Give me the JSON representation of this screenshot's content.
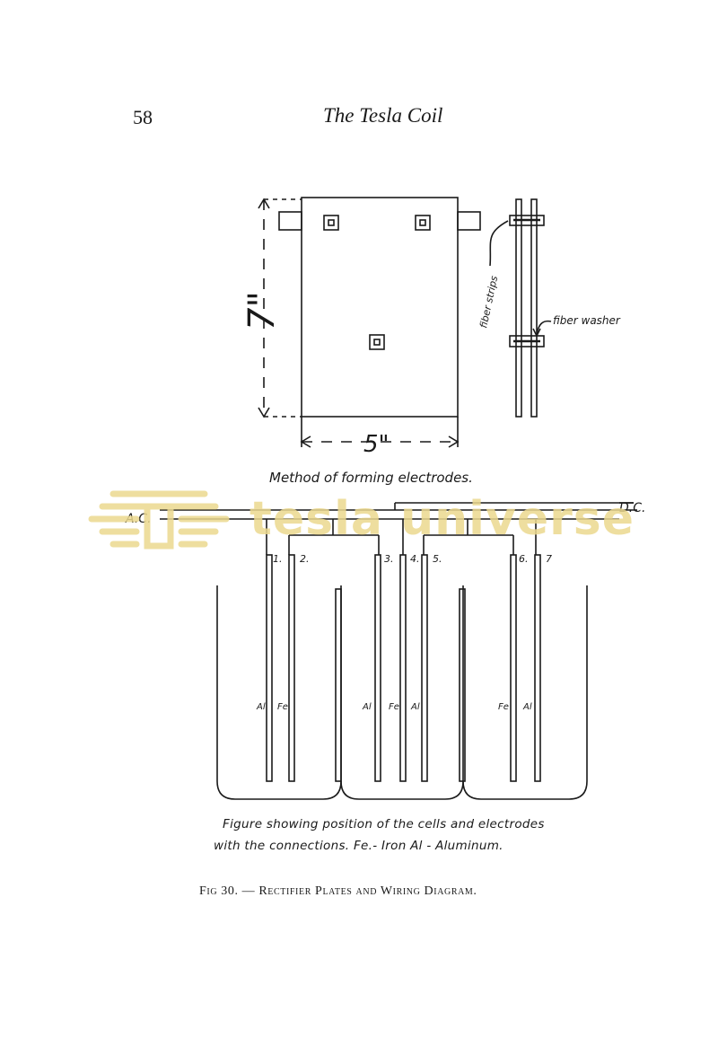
{
  "header": {
    "page_number": "58",
    "title": "The Tesla Coil"
  },
  "figure_top": {
    "height_label": "7\"",
    "width_label": "5\"",
    "fiber_strips_label": "fiber strips",
    "fiber_washer_label": "fiber washer",
    "caption": "Method of forming electrodes."
  },
  "figure_bottom": {
    "ac_label": "A.C.",
    "dc_label": "D.C.",
    "electrode_numbers": [
      "1.",
      "2.",
      "3.",
      "4.",
      "5.",
      "6.",
      "7"
    ],
    "plate_labels": [
      "Al",
      "Fe",
      "Al",
      "Fe",
      "Al",
      "Fe",
      "Al"
    ],
    "caption_line1": "Figure showing position of the cells and electrodes",
    "caption_line2": "with the connections.  Fe.- Iron   Al - Aluminum."
  },
  "figure_caption": "Fig 30. — Rectifier Plates and Wiring Diagram.",
  "watermark": {
    "text": "tesla universe",
    "color": "#ecd98f"
  }
}
